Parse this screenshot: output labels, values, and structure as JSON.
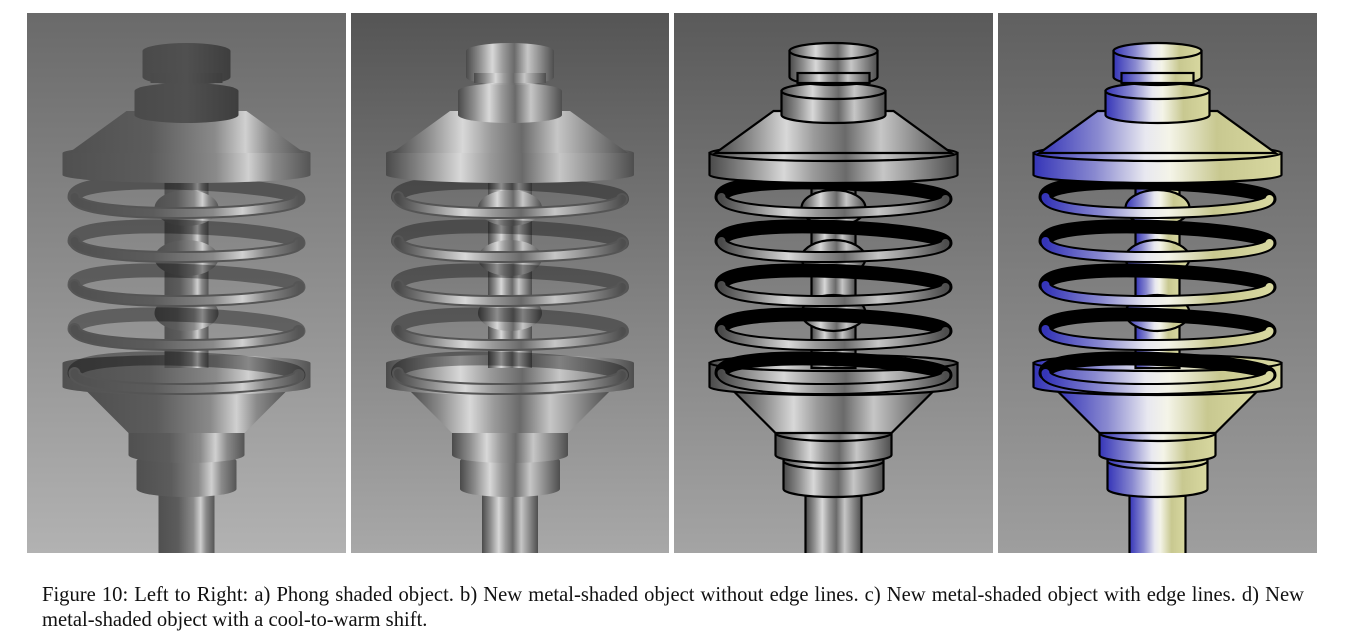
{
  "figure": {
    "caption": "Figure 10: Left to Right: a) Phong shaded object. b) New metal-shaded object without edge lines. c) New metal-shaded object with edge lines. d) New metal-shaded object with a cool-to-warm shift.",
    "panels": [
      {
        "id": "a",
        "style": "phong",
        "background": [
          "#6a6a6a",
          "#b2b2b2"
        ]
      },
      {
        "id": "b",
        "style": "metal",
        "background": [
          "#555555",
          "#a8a8a8"
        ]
      },
      {
        "id": "c",
        "style": "metal-edges",
        "background": [
          "#5a5a5a",
          "#a4a4a4"
        ]
      },
      {
        "id": "d",
        "style": "cool-to-warm",
        "background": [
          "#606060",
          "#9e9e9e"
        ],
        "cool_color": "#3535b8",
        "warm_color": "#d8d8a0"
      }
    ]
  }
}
